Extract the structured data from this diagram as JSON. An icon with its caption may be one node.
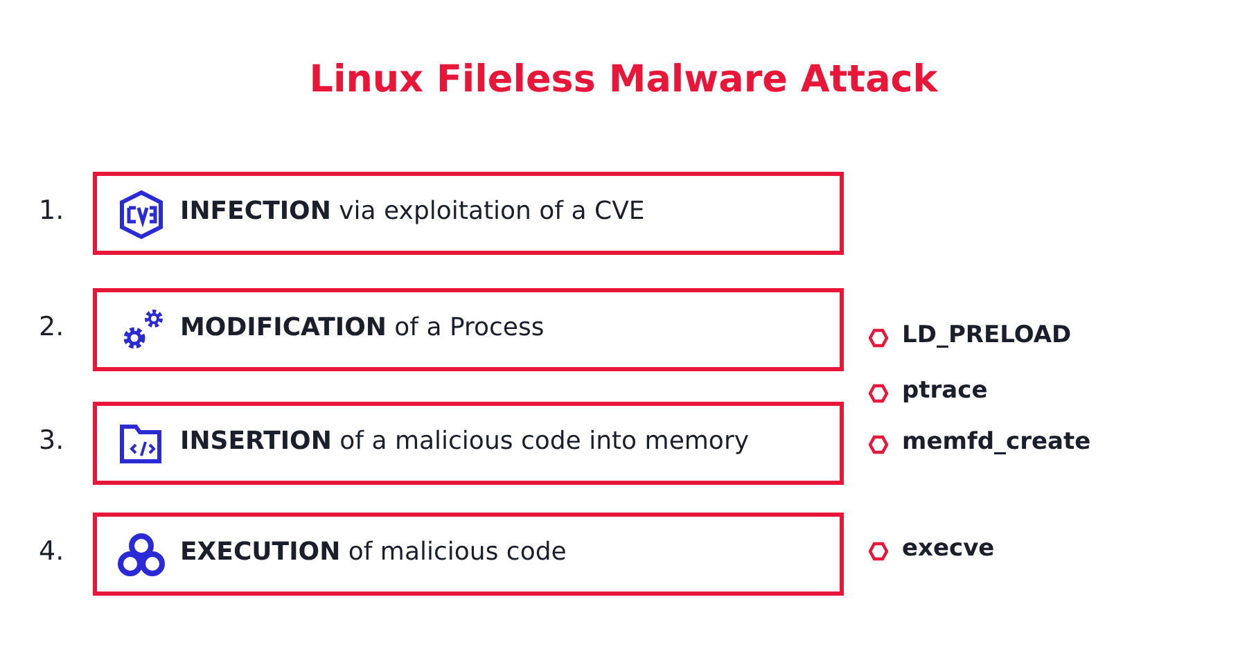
{
  "diagram": {
    "title": "Linux Fileless Malware Attack",
    "nodes": [
      {
        "text": [
          "**INFECTION** via exploitation of a CVE"
        ],
        "beside": [
          "1."
        ]
      },
      {
        "text": [
          "**MODIFICATION** of a Process"
        ],
        "beside": [
          "2."
        ]
      },
      {
        "text": [
          "**INSERTION** of a malicious code into memory"
        ],
        "beside": [
          "3."
        ]
      },
      {
        "text": [
          "**EXECUTION** of malicious code"
        ],
        "beside": [
          "4."
        ]
      }
    ],
    "labels": [
      "LD_PRELOAD",
      "ptrace",
      "memfd_create",
      "execve"
    ]
  }
}
